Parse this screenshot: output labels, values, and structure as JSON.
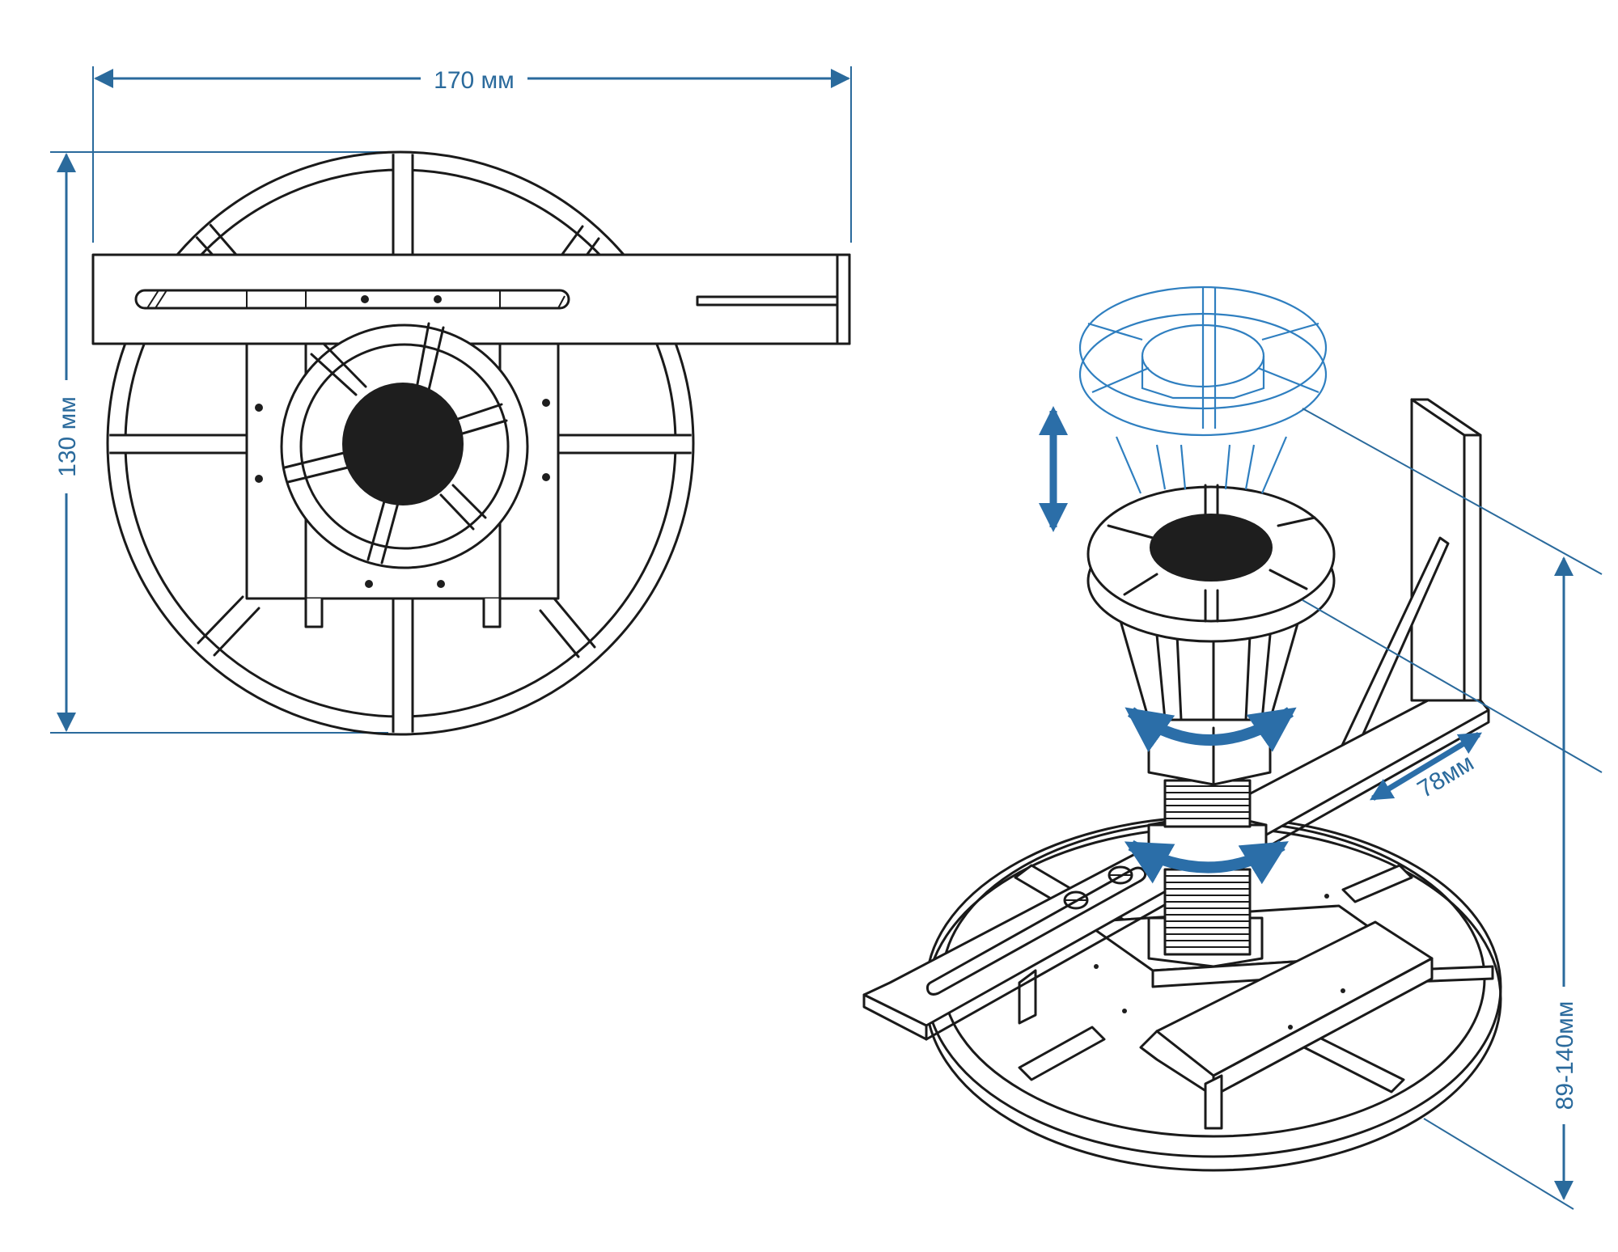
{
  "dimensions": {
    "width_label": "170 мм",
    "height_label": "130 мм",
    "travel_label": "78мм",
    "adjust_label": "89-140мм"
  },
  "colors": {
    "line": "#1a1a1a",
    "dimension": "#2a6a9c",
    "arrow": "#2b6ea8",
    "ghost": "#2f7fc0",
    "hole": "#1e1e1e"
  }
}
